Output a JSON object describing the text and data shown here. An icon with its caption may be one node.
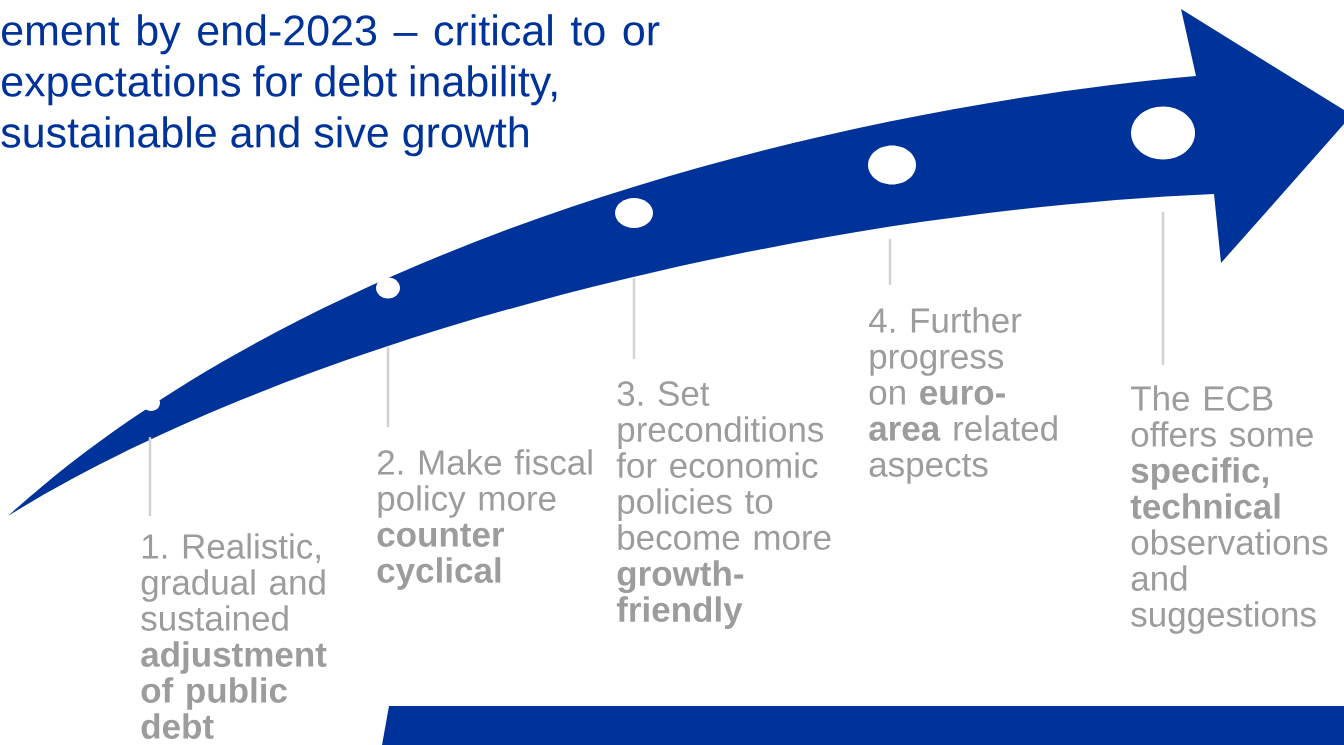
{
  "diagram": {
    "nodes": [
      {
        "text": [],
        "shape": "circle"
      },
      {
        "text": [
          "1. Realistic, gradual and sustained **adjustment of public debt**"
        ]
      },
      {
        "text": [],
        "shape": "circle"
      },
      {
        "text": [
          "2. Make fiscal policy more **counter cyclical**"
        ]
      },
      {
        "text": [],
        "shape": "circle"
      },
      {
        "text": [
          "3. Set preconditions for economic policies to become more **growth-friendly**"
        ]
      },
      {
        "text": [],
        "shape": "circle"
      },
      {
        "text": [
          "4. Further progress on **euro-area** related aspects"
        ]
      },
      {
        "text": [],
        "shape": "circle"
      },
      {
        "text": [
          "The ECB offers some **specific, technical** observations and suggestions"
        ]
      },
      {
        "text": [],
        "shape": "bar"
      }
    ],
    "edges": [
      {
        "from": 1,
        "to": 0,
        "arrow": "none"
      },
      {
        "from": 3,
        "to": 2,
        "arrow": "none"
      },
      {
        "from": 5,
        "to": 4,
        "arrow": "none"
      },
      {
        "from": 7,
        "to": 6,
        "arrow": "none"
      },
      {
        "from": 9,
        "to": 8,
        "arrow": "none"
      }
    ],
    "labels": [
      "ement by end-2023 – critical to or expectations for debt inability, sustainable and sive growth"
    ]
  }
}
